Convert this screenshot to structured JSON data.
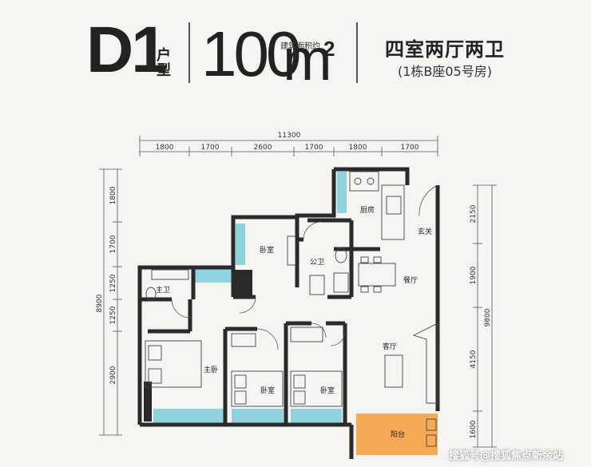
{
  "header": {
    "unit_code": "D1",
    "unit_type_label": "户型",
    "area_value": "100",
    "area_unit": "m",
    "area_sup": "2",
    "area_label": "建筑面积约",
    "layout": "四室两厅两卫",
    "building_note": "(1栋B座05号房)"
  },
  "dimensions": {
    "top_total": "11300",
    "top_segments": [
      "1800",
      "1700",
      "2600",
      "1700",
      "1800",
      "1700"
    ],
    "left_total": "8900",
    "left_segments": [
      "1800",
      "1700",
      "1250",
      "1250",
      "2900"
    ],
    "right_total": "9800",
    "right_segments": [
      "2150",
      "1900",
      "4150",
      "1600"
    ]
  },
  "rooms": {
    "kitchen": "厨房",
    "entrance": "玄关",
    "bedroom_north": "卧室",
    "public_bath": "公卫",
    "dining": "餐厅",
    "master_bath": "主卫",
    "master_bedroom": "主卧",
    "living": "客厅",
    "bedroom_south_1": "卧室",
    "bedroom_south_2": "卧室",
    "balcony": "阳台"
  },
  "colors": {
    "window": "#8ed3de",
    "balcony": "#f5aa55",
    "wall": "#2a2a2a",
    "background": "#f5f4f1"
  },
  "watermark": "搜狐号@搜狐焦点新余站"
}
